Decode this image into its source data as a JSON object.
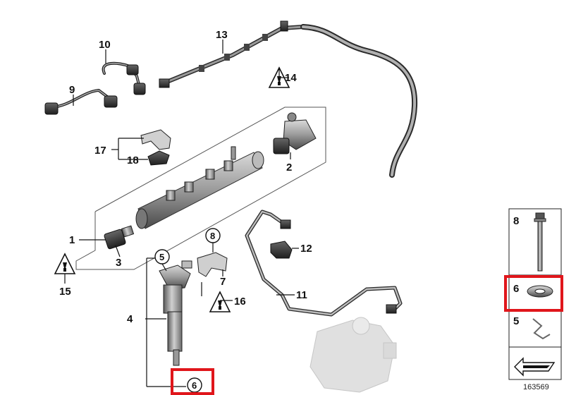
{
  "diagram": {
    "document_number": "163569",
    "highlight_color": "#e0161b",
    "parts": {
      "p1": "1",
      "p2": "2",
      "p3": "3",
      "p4": "4",
      "p5": "5",
      "p6": "6",
      "p7": "7",
      "p8": "8",
      "p9": "9",
      "p10": "10",
      "p11": "11",
      "p12": "12",
      "p13": "13",
      "p14": "14",
      "p15": "15",
      "p16": "16",
      "p17": "17",
      "p18": "18"
    },
    "legend": {
      "p8": "8",
      "p6": "6",
      "p5": "5"
    }
  }
}
